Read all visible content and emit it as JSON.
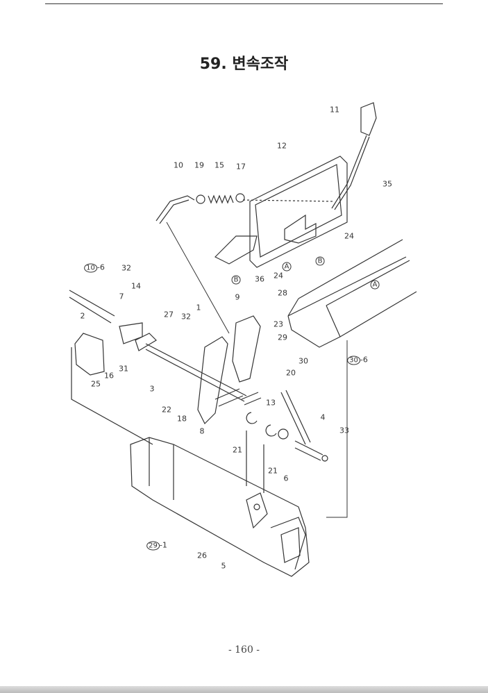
{
  "title": "59. 변속조작",
  "page_number": "- 160 -",
  "callouts": {
    "c11": "11",
    "c12": "12",
    "c10": "10",
    "c19": "19",
    "c15": "15",
    "c17": "17",
    "c35": "35",
    "c24a": "24",
    "c24b": "24",
    "c36": "36",
    "c28": "28",
    "c23": "23",
    "c29": "29",
    "c30": "30",
    "c20": "20",
    "c30_6": "30",
    "c30_6s": "-6",
    "c10_6": "10",
    "c10_6s": "-6",
    "c32a": "32",
    "c14": "14",
    "c7": "7",
    "c2": "2",
    "c27": "27",
    "c32b": "32",
    "c1": "1",
    "c16": "16",
    "c31": "31",
    "c25": "25",
    "c3": "3",
    "c22": "22",
    "c18": "18",
    "c8": "8",
    "c13": "13",
    "c21a": "21",
    "c4": "4",
    "c33": "33",
    "c21b": "21",
    "c6": "6",
    "c29_1": "29",
    "c29_1s": "-1",
    "c26": "26",
    "c5": "5",
    "c9": "9",
    "refA1": "A",
    "refB1": "B",
    "refB2": "B",
    "refA2": "A"
  }
}
